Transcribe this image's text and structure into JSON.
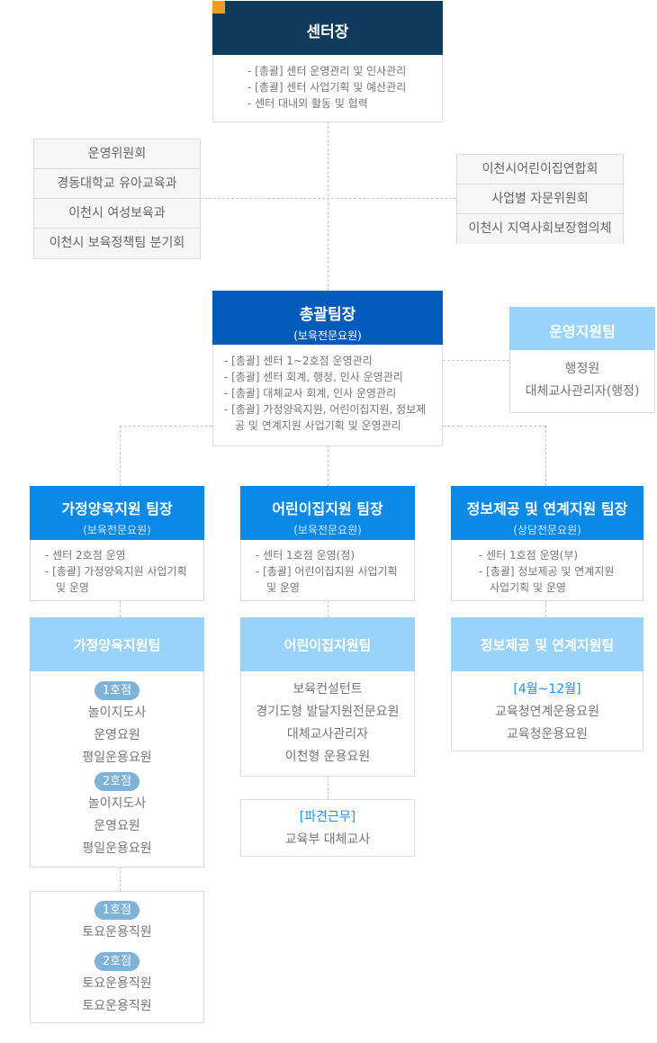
{
  "colors": {
    "director": "#0f3b5c",
    "accent": "#f39c1f",
    "general": "#005bbb",
    "team_lead": "#0a8ae6",
    "team": "#99d3fb",
    "badge": "#7fb2d6",
    "highlight": "#1e90ff"
  },
  "director": {
    "title": "센터장",
    "duties": [
      "[총괄] 센터 운영관리 및 인사관리",
      "[총괄] 센터 사업기획 및 예산관리",
      "센터 대내외 활동 및 협력"
    ]
  },
  "left_committees": [
    "운영위원회",
    "경동대학교 유아교육과",
    "이천시 여성보육과",
    "이천시 보육정책팀 분기회"
  ],
  "right_committees": [
    "이천시어린이집연합회",
    "사업별 자문위원회",
    "이천시 지역사회보장협의체"
  ],
  "general_manager": {
    "title": "총괄팀장",
    "subtitle": "(보육전문요원)",
    "duties": [
      "[총괄] 센터 1~2호점 운영관리",
      "[총괄] 센터 회계, 행정, 인사 운영관리",
      "[총괄] 대체교사 회계, 인사 운영관리",
      "[총괄] 가정양육지원, 어린이집지원, 정보제공 및 연계지원 사업기획 및 운영관리"
    ]
  },
  "admin_team": {
    "title": "운영지원팀",
    "members": [
      "행정원",
      "대체교사관리자(행정)"
    ]
  },
  "leads": [
    {
      "title": "가정양육지원 팀장",
      "subtitle": "(보육전문요원)",
      "duties": [
        "센터 2호점 운영",
        "[총괄] 가정양육지원 사업기획 및 운영"
      ]
    },
    {
      "title": "어린이집지원 팀장",
      "subtitle": "(보육전문요원)",
      "duties": [
        "센터 1호점 운영(정)",
        "[총괄] 어린이집지원 사업기획 및 운영"
      ]
    },
    {
      "title": "정보제공 및 연계지원 팀장",
      "subtitle": "(상담전문요원)",
      "duties": [
        "센터 1호점 운영(부)",
        "[총괄] 정보제공 및 연계지원 사업기획 및 운영"
      ]
    }
  ],
  "teams": {
    "home": {
      "title": "가정양육지원팀",
      "branch1": "1호점",
      "branch1_members": [
        "놀이지도사",
        "운영요원",
        "평일운용요원"
      ],
      "branch2": "2호점",
      "branch2_members": [
        "놀이지도사",
        "운영요원",
        "평일운용요원"
      ]
    },
    "home_weekend": {
      "branch1": "1호점",
      "branch1_members": [
        "토요운용직원"
      ],
      "branch2": "2호점",
      "branch2_members": [
        "토요운용직원",
        "토요운용직원"
      ]
    },
    "daycare": {
      "title": "어린이집지원팀",
      "members": [
        "보육컨설턴트",
        "경기도형 발달지원전문요원",
        "대체교사관리자",
        "이천형 운용요원"
      ]
    },
    "dispatch": {
      "label": "[파견근무]",
      "members": [
        "교육부 대체교사"
      ]
    },
    "info": {
      "title": "정보제공 및 연계지원팀",
      "period": "[4월~12월]",
      "members": [
        "교육청연계운용요원",
        "교육청운용요원"
      ]
    }
  }
}
